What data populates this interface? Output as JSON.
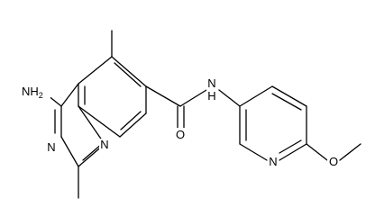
{
  "molecule": {
    "atom_labels": {
      "amino": "NH",
      "amino_subscript": "2",
      "n1_ring": "N",
      "n3_ring": "N",
      "carbonyl_oxygen": "O",
      "amide_nitrogen": "N",
      "amide_hydrogen": "H",
      "pyridine_nitrogen": "N",
      "methoxy_oxygen": "O"
    },
    "colors": {
      "bond": "#000000",
      "label": "#000000",
      "background": "#ffffff"
    }
  }
}
